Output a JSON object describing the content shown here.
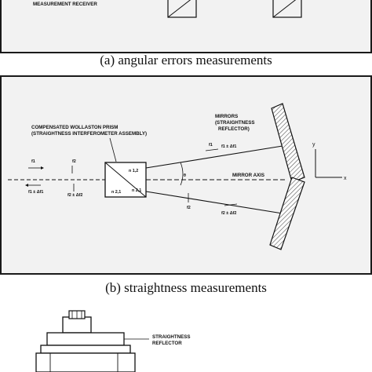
{
  "panel_a": {
    "receiver_label": "MEASUREMENT RECEIVER",
    "caption": "(a) angular errors measurements"
  },
  "panel_b": {
    "prism_label_1": "COMPENSATED WOLLASTON PRISM",
    "prism_label_2": "(STRAIGHTNESS INTERFEROMETER ASSEMBLY)",
    "mirrors_label_1": "MIRRORS",
    "mirrors_label_2": "(STRAIGHTNESS",
    "mirrors_label_3": "REFLECTOR)",
    "mirror_axis": "MIRROR AXIS",
    "n12": "n 1,2",
    "n21": "n 2,1",
    "n21b": "n 2,1",
    "theta": "θ",
    "f1_left": "f1",
    "f2_left": "f2",
    "f1_df1_left": "f1 ± Δf1",
    "f2_df2_left": "f2 ± Δf2",
    "f1_right": "f1",
    "f1_df1_right": "f1 ± Δf1",
    "f2_right": "f2",
    "f2_df2_right": "f2 ± Δf2",
    "axis_y": "y",
    "axis_x": "x",
    "caption": "(b) straightness measurements"
  },
  "panel_c": {
    "reflector_label_1": "STRAIGHTNESS",
    "reflector_label_2": "REFLECTOR"
  }
}
